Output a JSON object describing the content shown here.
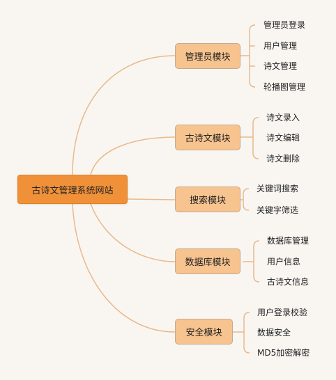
{
  "diagram": {
    "root": "古诗文管理系统网站",
    "modules": [
      {
        "label": "管理员模块",
        "children": [
          "管理员登录",
          "用户管理",
          "诗文管理",
          "轮播图管理"
        ]
      },
      {
        "label": "古诗文模块",
        "children": [
          "诗文录入",
          "诗文编辑",
          "诗文删除"
        ]
      },
      {
        "label": "搜索模块",
        "children": [
          "关键词搜索",
          "关键字筛选"
        ]
      },
      {
        "label": "数据库模块",
        "children": [
          "数据库管理",
          "用户信息",
          "古诗文信息"
        ]
      },
      {
        "label": "安全模块",
        "children": [
          "用户登录校验",
          "数据安全",
          "MD5加密解密"
        ]
      }
    ],
    "colors": {
      "root_fill": "#f0913a",
      "module_fill": "#f7c38f",
      "connector": "#e8b98a",
      "background": "#f9f6f2"
    }
  }
}
